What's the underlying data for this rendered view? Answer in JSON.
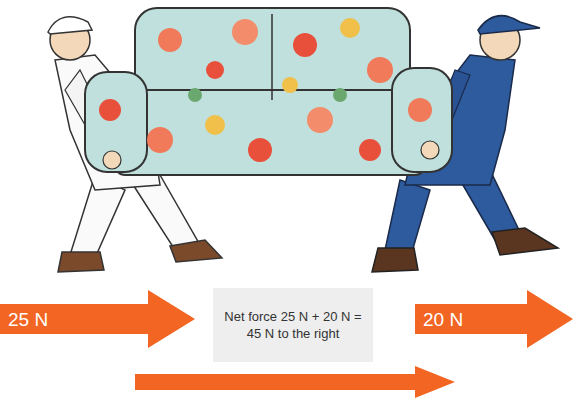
{
  "diagram": {
    "nodes": [
      {
        "text": [
          "25 N"
        ]
      },
      {
        "text": [
          "Net force 25 N + 20 N = 45 N to the right"
        ]
      },
      {
        "text": [
          "20 N"
        ]
      }
    ]
  }
}
